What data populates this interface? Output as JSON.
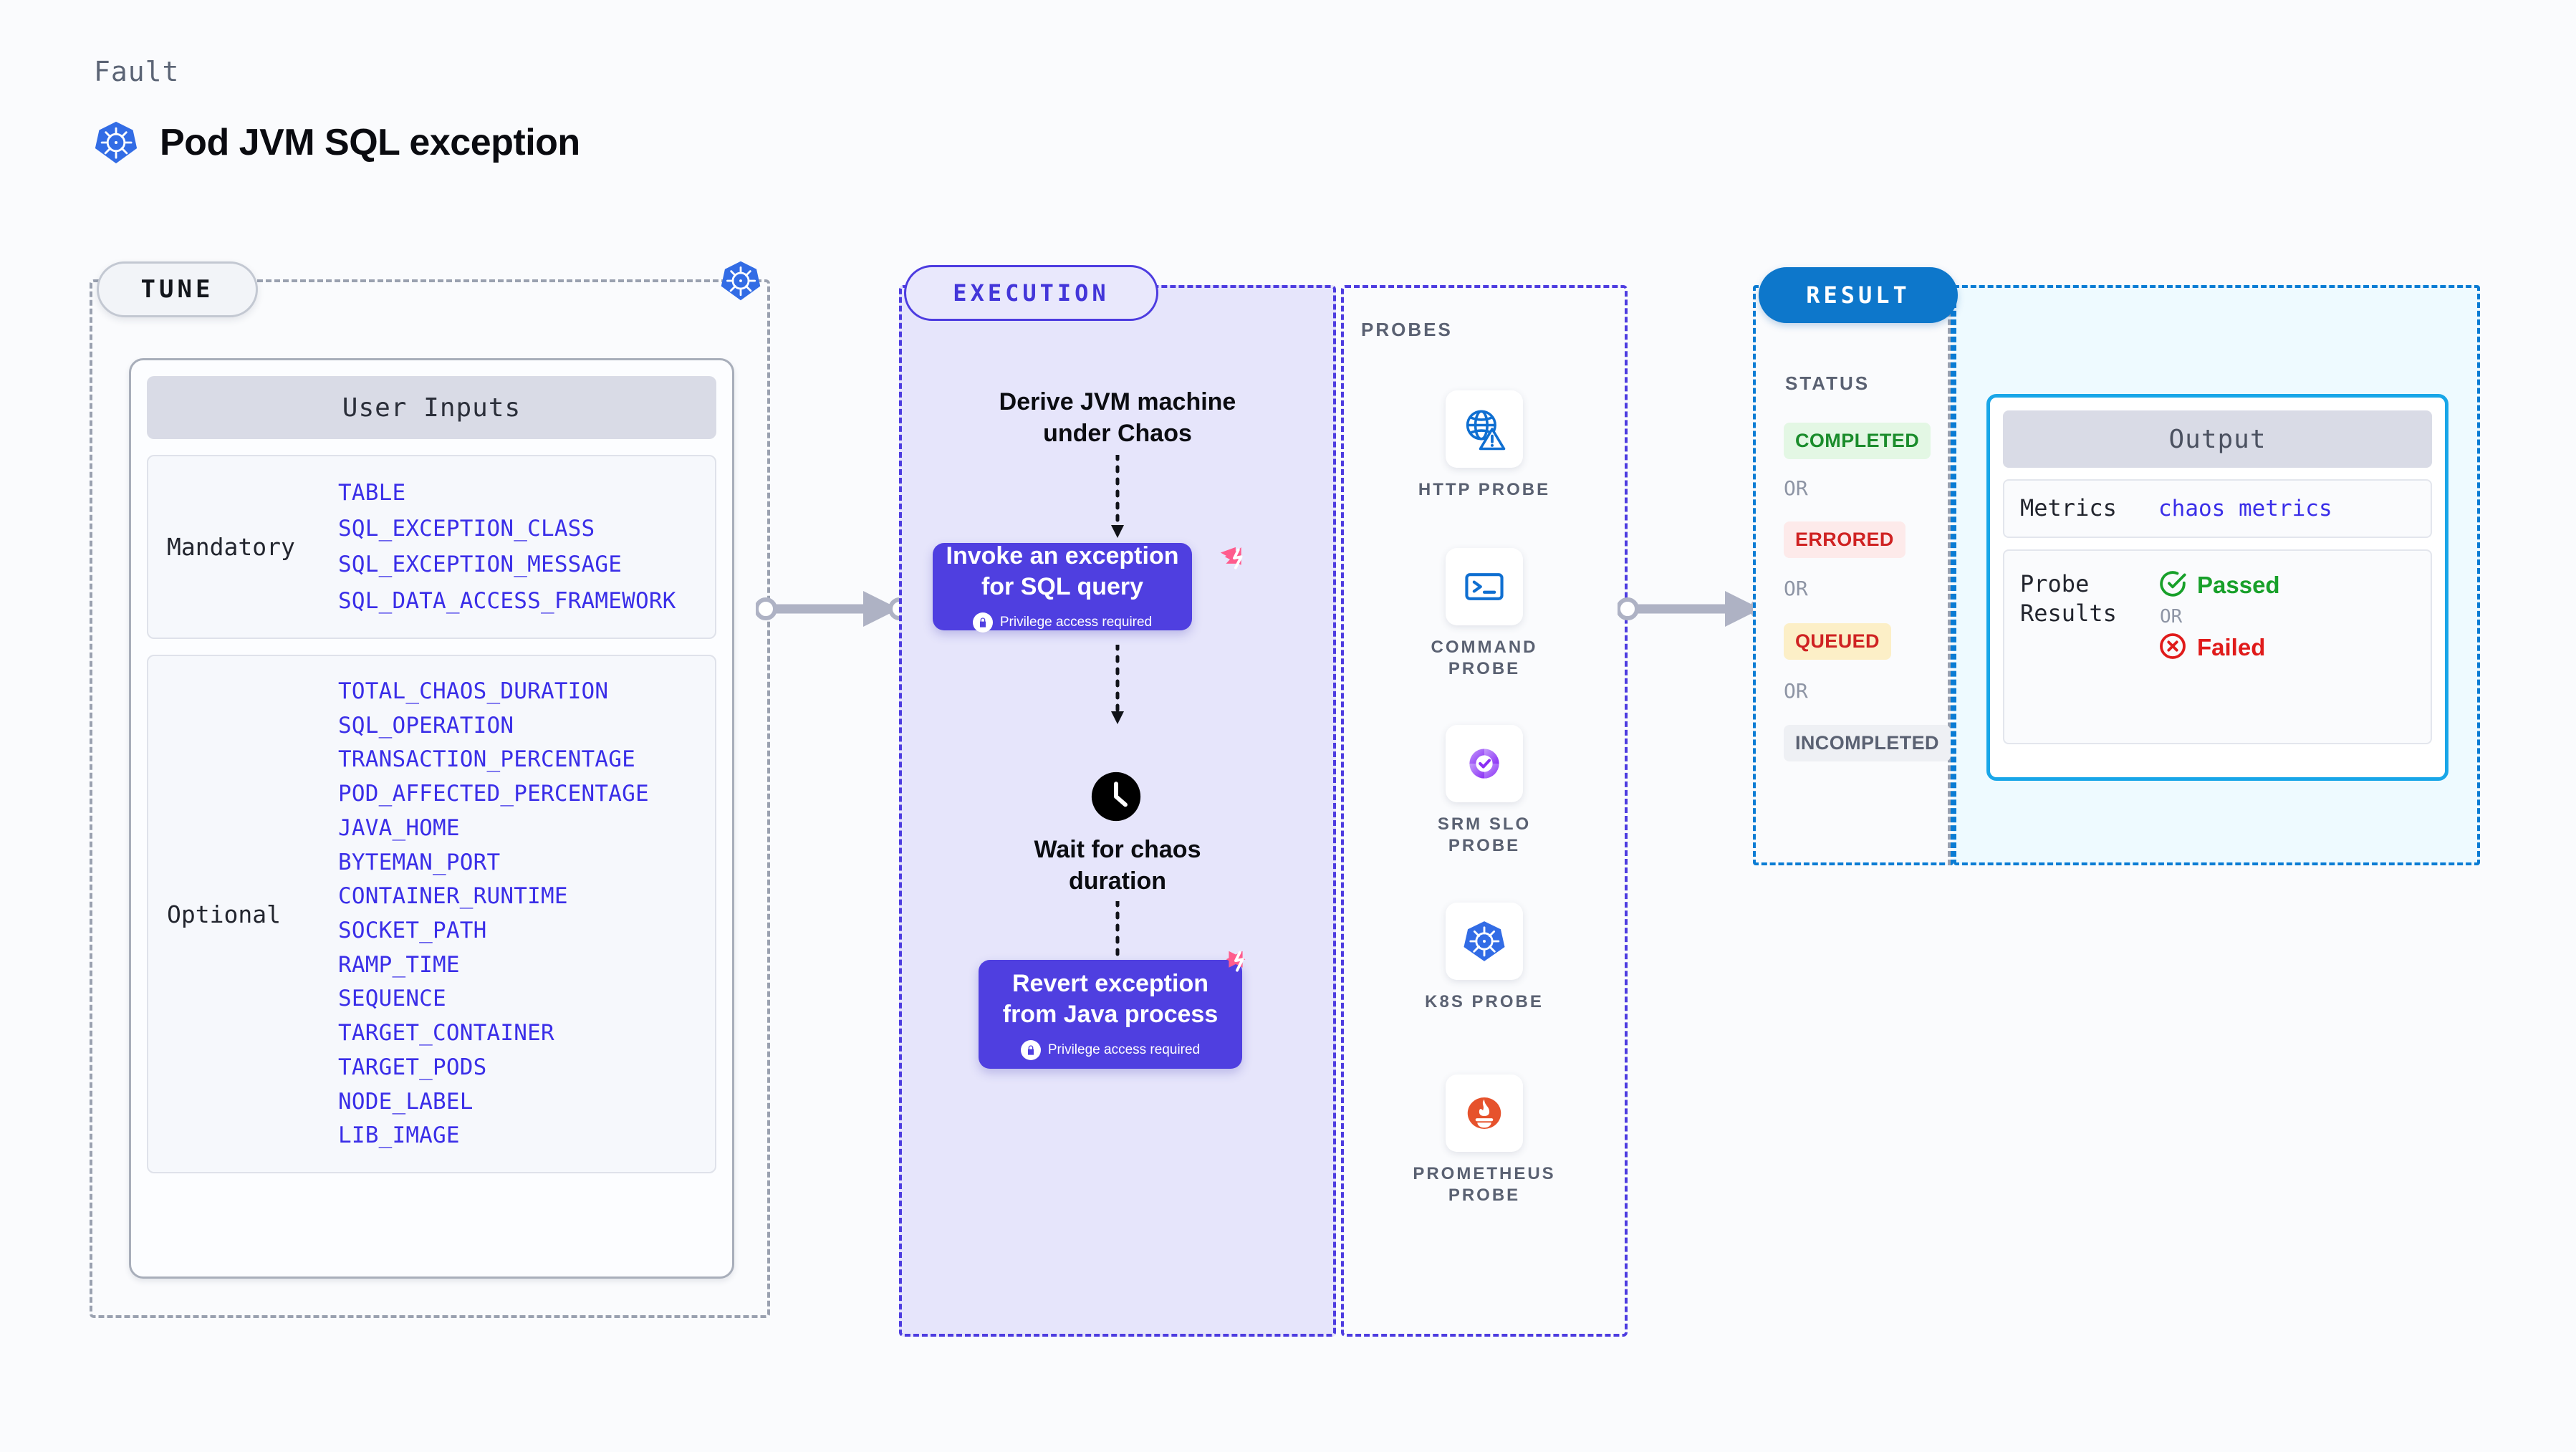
{
  "header": {
    "kicker": "Fault",
    "title": "Pod JVM SQL exception",
    "icon": "kubernetes-icon"
  },
  "tune": {
    "pill_label": "TUNE",
    "card_header": "User Inputs",
    "k8s_badge_icon": "kubernetes-icon",
    "groups": [
      {
        "label": "Mandatory",
        "params": [
          "TABLE",
          "SQL_EXCEPTION_CLASS",
          "SQL_EXCEPTION_MESSAGE",
          "SQL_DATA_ACCESS_FRAMEWORK"
        ]
      },
      {
        "label": "Optional",
        "params": [
          "TOTAL_CHAOS_DURATION",
          "SQL_OPERATION",
          "TRANSACTION_PERCENTAGE",
          "POD_AFFECTED_PERCENTAGE",
          "JAVA_HOME",
          "BYTEMAN_PORT",
          "CONTAINER_RUNTIME",
          "SOCKET_PATH",
          "RAMP_TIME",
          "SEQUENCE",
          "TARGET_CONTAINER",
          "TARGET_PODS",
          "NODE_LABEL",
          "LIB_IMAGE"
        ]
      }
    ]
  },
  "execution": {
    "pill_label": "EXECUTION",
    "steps": [
      {
        "type": "text",
        "label": "Derive JVM machine\nunder Chaos"
      },
      {
        "type": "box",
        "label": "Invoke an exception\nfor SQL query",
        "note": "Privilege access required",
        "note_icon": "lock-icon",
        "brand_icon": "harness-icon"
      },
      {
        "type": "wait",
        "icon": "clock-icon",
        "label": "Wait for chaos\nduration"
      },
      {
        "type": "box",
        "label": "Revert exception\nfrom Java process",
        "note": "Privilege access required",
        "note_icon": "lock-icon",
        "brand_icon": "harness-icon"
      }
    ]
  },
  "probes": {
    "title": "PROBES",
    "items": [
      {
        "label": "HTTP PROBE",
        "icon": "globe-warning-icon"
      },
      {
        "label": "COMMAND\nPROBE",
        "icon": "terminal-icon"
      },
      {
        "label": "SRM SLO\nPROBE",
        "icon": "slo-check-icon"
      },
      {
        "label": "K8S PROBE",
        "icon": "kubernetes-icon"
      },
      {
        "label": "PROMETHEUS\nPROBE",
        "icon": "prometheus-icon"
      }
    ]
  },
  "result": {
    "pill_label": "RESULT",
    "status_title": "STATUS",
    "or_label": "OR",
    "statuses": [
      {
        "label": "COMPLETED",
        "text_color": "#1a8c2b",
        "bg_color": "#e3f7e4"
      },
      {
        "label": "ERRORED",
        "text_color": "#cf2222",
        "bg_color": "#fdeaea"
      },
      {
        "label": "QUEUED",
        "text_color": "#cf2222",
        "bg_color": "#fcefc7"
      },
      {
        "label": "INCOMPLETED",
        "text_color": "#5a6172",
        "bg_color": "#eef0f4"
      }
    ],
    "output": {
      "header": "Output",
      "metrics_key": "Metrics",
      "metrics_value": "chaos metrics",
      "probe_results_key": "Probe\nResults",
      "passed_label": "Passed",
      "failed_label": "Failed",
      "or_label": "OR",
      "passed_icon": "check-circle-icon",
      "failed_icon": "x-circle-icon"
    }
  },
  "colors": {
    "accent_purple": "#4f3fe0",
    "accent_blue": "#0d77cb",
    "accent_cyan": "#18a6e8",
    "param_blue": "#3a2ee8",
    "k8s_blue": "#326ce5",
    "harness_pink": "#ff5c8d",
    "prometheus_orange": "#e6522c",
    "page_bg": "#fafbfd"
  }
}
